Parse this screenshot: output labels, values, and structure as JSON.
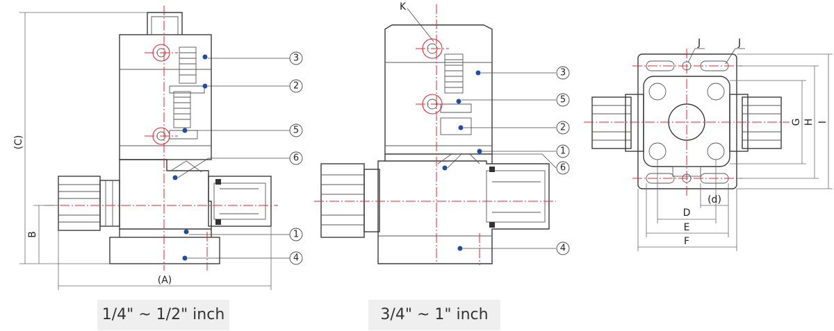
{
  "views": {
    "small": {
      "caption": "1/4\" ~ 1/2\" inch",
      "callouts": [
        "3",
        "2",
        "5",
        "6",
        "1",
        "4"
      ],
      "dimensions": {
        "a": "(A)",
        "b": "B",
        "c": "(C)"
      }
    },
    "large": {
      "caption": "3/4\" ~ 1\" inch",
      "callouts": [
        "3",
        "5",
        "2",
        "1",
        "6",
        "4"
      ],
      "label_k": "K"
    },
    "bottom": {
      "dimensions": {
        "j1": "J",
        "j2": "J",
        "d_small": "(d)",
        "d": "D",
        "e": "E",
        "f": "F",
        "g": "G",
        "h": "H",
        "i": "I"
      }
    }
  },
  "colors": {
    "centerline": "#e3262c",
    "marker": "#1f4e9c",
    "outline": "#3a3a3a",
    "caption_bg": "#efefef"
  }
}
